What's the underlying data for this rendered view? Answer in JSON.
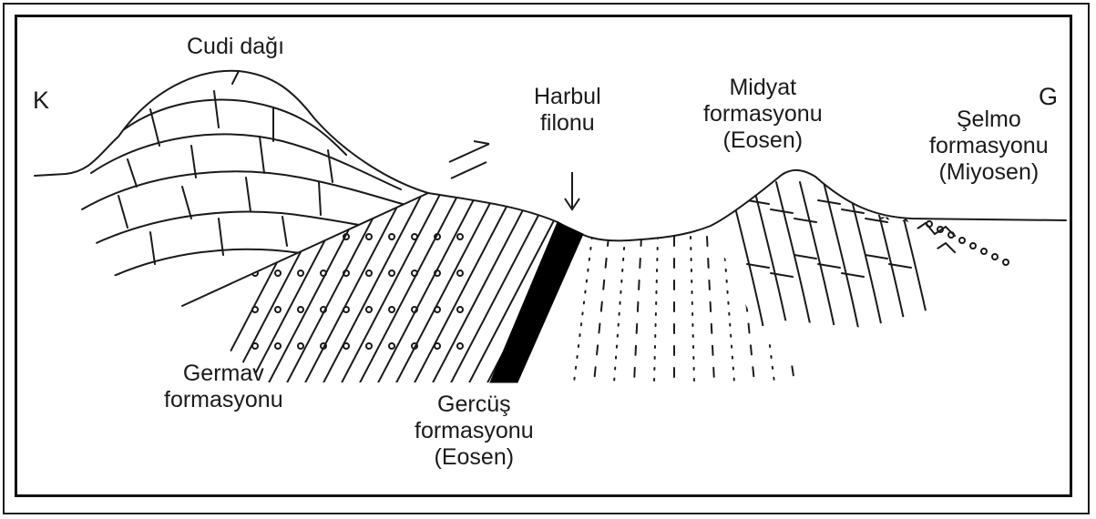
{
  "diagram": {
    "labels": {
      "north": "K",
      "south": "G",
      "cudi": "Cudi dağı",
      "harbul": [
        "Harbul",
        "filonu"
      ],
      "midyat": [
        "Midyat",
        "formasyonu",
        "(Eosen)"
      ],
      "selmo": [
        "Şelmo",
        "formasyonu",
        "(Miyosen)"
      ],
      "germav": [
        "Germav",
        "formasyonu"
      ],
      "gercus": [
        "Gercüş",
        "formasyonu",
        "(Eosen)"
      ]
    }
  },
  "colors": {
    "ink": "#1a1a1a",
    "dike": "#000000",
    "background": "#ffffff"
  }
}
